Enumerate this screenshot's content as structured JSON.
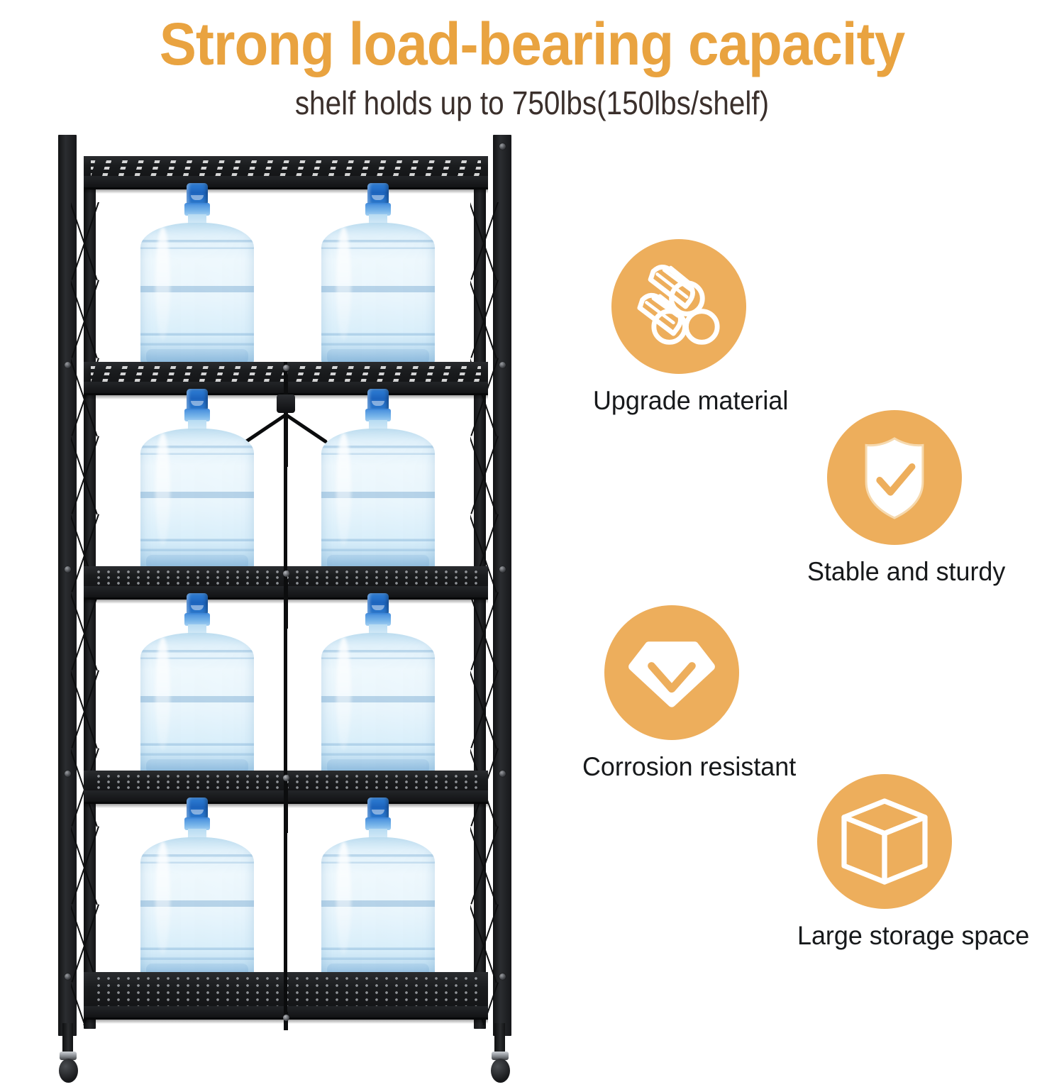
{
  "header": {
    "title": "Strong load-bearing capacity",
    "subtitle": "shelf holds up to 750lbs(150lbs/shelf)",
    "title_color": "#E9A340",
    "subtitle_color": "#3B302C"
  },
  "product": {
    "name": "foldable-5-tier-metal-storage-shelf",
    "shelf_count": 5,
    "jug_count": 8,
    "frame_color": "#17181a",
    "jug_cap_color": "#2b7ad0",
    "jug_body_color": "#e8f5fc"
  },
  "features": {
    "accent_color": "#EDAE5C",
    "items": [
      {
        "icon": "stacked-pipes-icon",
        "label": "Upgrade material"
      },
      {
        "icon": "shield-check-icon",
        "label": "Stable and sturdy"
      },
      {
        "icon": "gem-chevron-icon",
        "label": "Corrosion resistant"
      },
      {
        "icon": "cube-box-icon",
        "label": "Large storage space"
      }
    ]
  }
}
